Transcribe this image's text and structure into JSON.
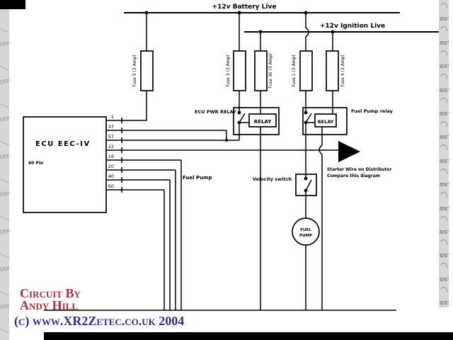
{
  "watermarks": {
    "left_text": "DERS",
    "right_text": "OST"
  },
  "rails": {
    "battery_label": "+12v Battery Live",
    "ignition_label": "+12v Ignition Live"
  },
  "fuses": {
    "fuse5": "Fuse 5 (3 Amp)",
    "fuse3": "Fuse 3 (3 Amp)",
    "fuse30": "Fuse 30 (3 Amp)",
    "fuse1": "Fuse 1 (3 Amp)",
    "fuse4": "Fuse 4 (3 Amp)"
  },
  "ecu": {
    "title": "ECU EEC-IV",
    "subtitle": "60 Pin",
    "pin_labels": [
      "1",
      "37",
      "57",
      "22",
      "16",
      "20",
      "40",
      "60"
    ]
  },
  "relays": {
    "ecu_power_label": "ECU PWR RELAY",
    "relay_text": "RELAY",
    "fuel_pump_label": "Fuel Pump relay"
  },
  "annotations": {
    "fuel_pump_wire": "Fuel Pump",
    "velocity_switch": "Velocity switch",
    "distributor_line1": "Starter Wire on Distributor",
    "distributor_line2": "Compare this diagram"
  },
  "fuel_pump": {
    "line1": "FUEL",
    "line2": "PUMP"
  },
  "footer": {
    "credit_line1": "Circuit By",
    "credit_line2": "Andy Hill",
    "copyright": "(c) www.XR2Zetec.co.uk 2004"
  },
  "colors": {
    "line": "#000000",
    "credit_red": "#a8323a",
    "copyright_blue": "#2e2e8f",
    "watermark_bg": "#d6d6d6",
    "watermark_text": "#8f8f8f"
  }
}
